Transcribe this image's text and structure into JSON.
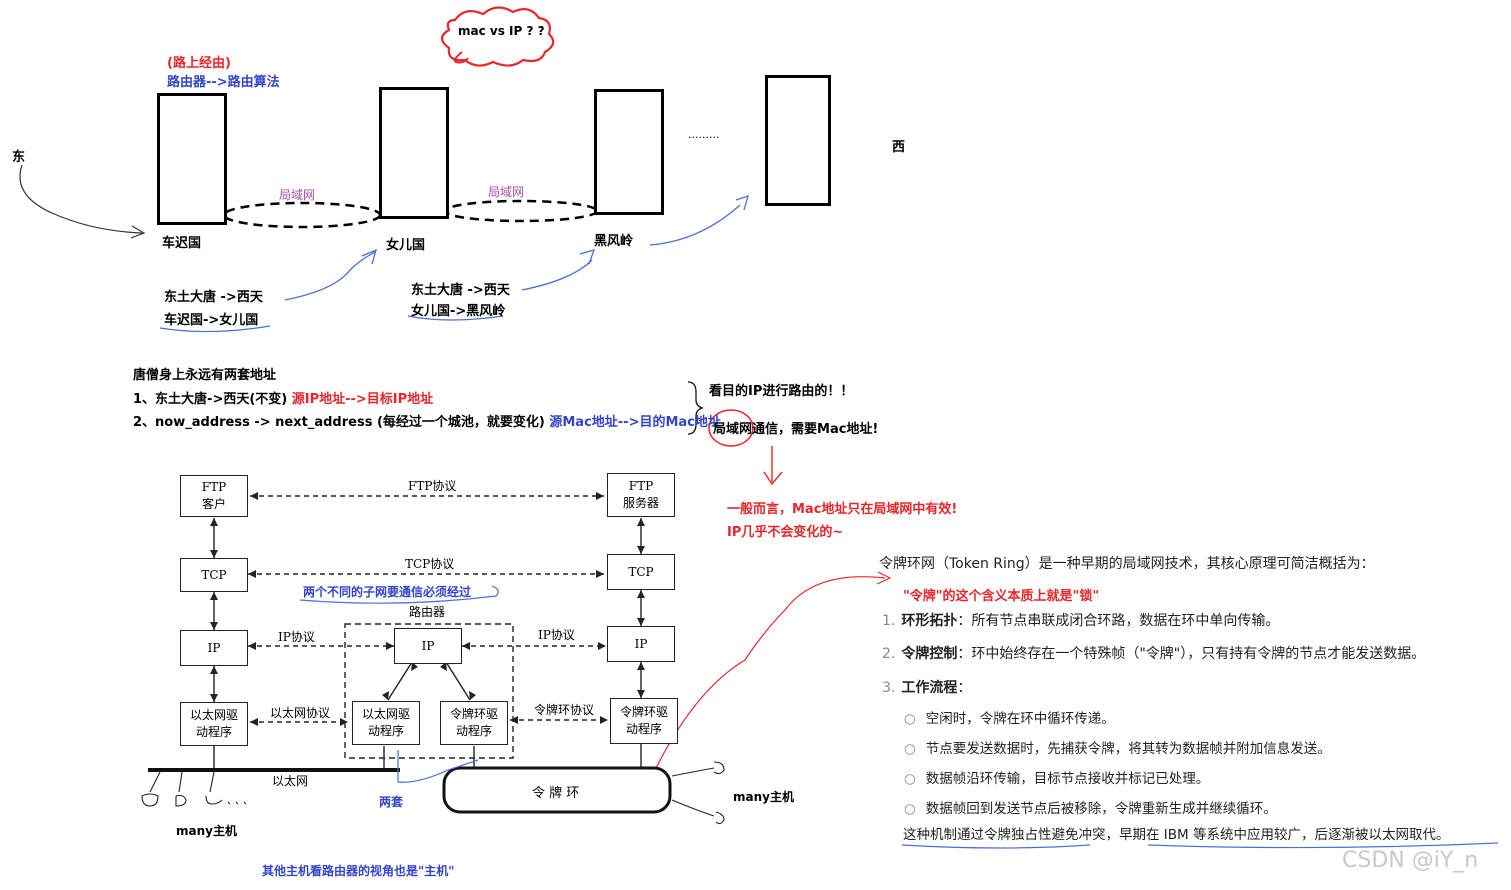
{
  "top": {
    "route_label": "(路上经由)",
    "router_algo": "路由器-->路由算法",
    "mac_vs_ip": "mac vs IP ? ?",
    "east": "东",
    "west": "西",
    "lan1": "局域网",
    "lan2": "局域网",
    "dots": ".........",
    "kingdoms": [
      "车迟国",
      "女儿国",
      "黑风岭"
    ],
    "hop1": [
      "东土大唐 ->西天",
      "车迟国->女儿国"
    ],
    "hop2": [
      "东土大唐 ->西天",
      "女儿国->黑风岭"
    ]
  },
  "middle": {
    "title": "唐僧身上永远有两套地址",
    "line1_prefix": "1、东土大唐->西天(不变)",
    "line1_suffix": "源IP地址-->目标IP地址",
    "line2_prefix": "2、now_address -> next_address (每经过一个城池，就要变化)",
    "line2_suffix": "源Mac地址-->目的Mac地址",
    "brace_top": "看目的IP进行路由的！！",
    "brace_bottom_prefix": "局域网",
    "brace_bottom_suffix": "通信，需要Mac地址!",
    "red_note1": "一般而言，Mac地址只在局域网中有效!",
    "red_note2": "IP几乎不会变化的~"
  },
  "diagram": {
    "ftp_client": [
      "FTP",
      "客户"
    ],
    "ftp_server": [
      "FTP",
      "服务器"
    ],
    "ftp_proto": "FTP协议",
    "tcp": "TCP",
    "tcp_proto": "TCP协议",
    "subnet_note": "两个不同的子网要通信必须经过",
    "router": "路由器",
    "ip": "IP",
    "ip_proto": "IP协议",
    "eth_driver": [
      "以太网驱",
      "动程序"
    ],
    "token_driver": [
      "令牌环驱",
      "动程序"
    ],
    "eth_proto": "以太网协议",
    "token_proto": "令牌环协议",
    "ethernet": "以太网",
    "token_ring": "令 牌 环",
    "two_sets": "两套",
    "many_hosts_left": "many主机",
    "many_hosts_right": "many主机",
    "bottom_note": "其他主机看路由器的视角也是\"主机\""
  },
  "right": {
    "intro": "令牌环网（Token Ring）是一种早期的局域网技术，其核心原理可简洁概括为：",
    "lock_note": "\"令牌\"的这个含义本质上就是\"锁\"",
    "items": [
      {
        "num": "1.",
        "key": "环形拓扑",
        "text": "：所有节点串联成闭合环路，数据在环中单向传输。"
      },
      {
        "num": "2.",
        "key": "令牌控制",
        "text": "：环中始终存在一个特殊帧（\"令牌\"），只有持有令牌的节点才能发送数据。"
      },
      {
        "num": "3.",
        "key": "工作流程",
        "text": "："
      }
    ],
    "bullets": [
      "空闲时，令牌在环中循环传递。",
      "节点要发送数据时，先捕获令牌，将其转为数据帧并附加信息发送。",
      "数据帧沿环传输，目标节点接收并标记已处理。",
      "数据帧回到发送节点后被移除，令牌重新生成并继续循环。"
    ],
    "summary": "这种机制通过令牌独占性避免冲突，早期在 IBM 等系统中应用较广，后逐渐被以太网取代。"
  },
  "watermark": "CSDN @iY_n",
  "colors": {
    "red": "#e8262a",
    "blue": "#3344cc",
    "purple": "#a64ca6",
    "sketch_blue": "#4a6fd6"
  }
}
